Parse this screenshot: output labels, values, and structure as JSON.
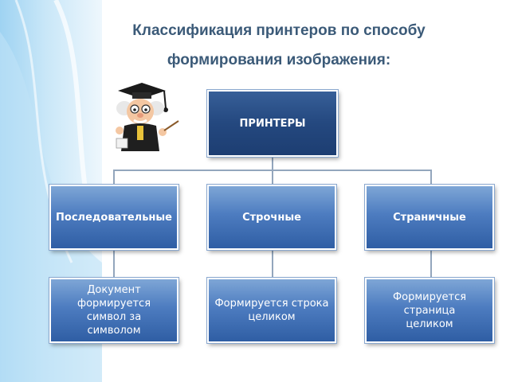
{
  "title": {
    "line1": "Классификация принтеров по способу",
    "line2": "формирования изображения:"
  },
  "root": {
    "label": "ПРИНТЕРЫ"
  },
  "categories": [
    {
      "label": "Последовательные",
      "description": "Документ формируется символ за символом"
    },
    {
      "label": "Строчные",
      "description": "Формируется строка целиком"
    },
    {
      "label": "Страничные",
      "description": "Формируется страница целиком"
    }
  ],
  "mascot_icon": "professor-mascot-icon",
  "colors": {
    "box_top": "#7ea6d6",
    "box_bottom": "#2f5ea4",
    "root_box": "#24487f",
    "title": "#3b5a78",
    "connector": "#93a6bd"
  }
}
